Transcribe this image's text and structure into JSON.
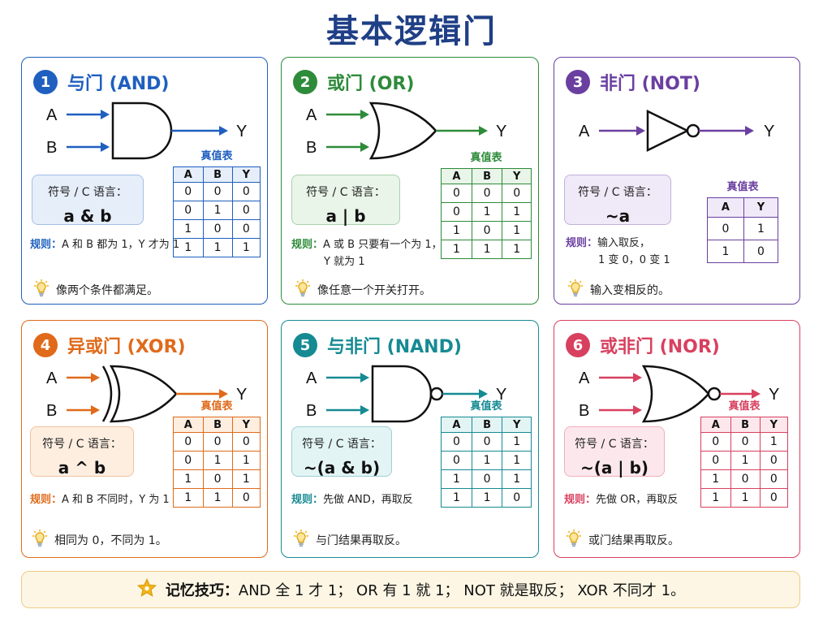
{
  "title": "基本逻辑门",
  "labels": {
    "symbol": "符号 / C 语言：",
    "truth_table": "真值表",
    "rule": "规则：",
    "a": "A",
    "b": "B",
    "y": "Y"
  },
  "gates": [
    {
      "num": "1",
      "name": "与门 (AND)",
      "color": "#1f5fbf",
      "bg": "#e6eefa",
      "expr": "a & b",
      "rule_lines": [
        "A 和 B 都为 1，Y 才为 1"
      ],
      "tip": "像两个条件都满足。",
      "headers": [
        "A",
        "B",
        "Y"
      ],
      "rows": [
        [
          "0",
          "0",
          "0"
        ],
        [
          "0",
          "1",
          "0"
        ],
        [
          "1",
          "0",
          "0"
        ],
        [
          "1",
          "1",
          "1"
        ]
      ]
    },
    {
      "num": "2",
      "name": "或门 (OR)",
      "color": "#2e8b3a",
      "bg": "#e8f5e8",
      "expr": "a | b",
      "rule_lines": [
        "A 或 B 只要有一个为 1，",
        "Y 就为 1"
      ],
      "tip": "像任意一个开关打开。",
      "headers": [
        "A",
        "B",
        "Y"
      ],
      "rows": [
        [
          "0",
          "0",
          "0"
        ],
        [
          "0",
          "1",
          "1"
        ],
        [
          "1",
          "0",
          "1"
        ],
        [
          "1",
          "1",
          "1"
        ]
      ]
    },
    {
      "num": "3",
      "name": "非门 (NOT)",
      "color": "#6a3fa0",
      "bg": "#f0e9f8",
      "expr": "~a",
      "rule_lines": [
        "输入取反，",
        "1 变 0，0 变 1"
      ],
      "tip": "输入变相反的。",
      "headers": [
        "A",
        "Y"
      ],
      "rows": [
        [
          "0",
          "1"
        ],
        [
          "1",
          "0"
        ]
      ]
    },
    {
      "num": "4",
      "name": "异或门 (XOR)",
      "color": "#e06a1a",
      "bg": "#fdeee0",
      "expr": "a ^ b",
      "rule_lines": [
        "A 和 B 不同时，Y 为 1"
      ],
      "tip": "相同为 0，不同为 1。",
      "headers": [
        "A",
        "B",
        "Y"
      ],
      "rows": [
        [
          "0",
          "0",
          "0"
        ],
        [
          "0",
          "1",
          "1"
        ],
        [
          "1",
          "0",
          "1"
        ],
        [
          "1",
          "1",
          "0"
        ]
      ]
    },
    {
      "num": "5",
      "name": "与非门 (NAND)",
      "color": "#168a93",
      "bg": "#e3f4f5",
      "expr": "~(a & b)",
      "rule_lines": [
        "先做 AND，再取反"
      ],
      "tip": "与门结果再取反。",
      "headers": [
        "A",
        "B",
        "Y"
      ],
      "rows": [
        [
          "0",
          "0",
          "1"
        ],
        [
          "0",
          "1",
          "1"
        ],
        [
          "1",
          "0",
          "1"
        ],
        [
          "1",
          "1",
          "0"
        ]
      ]
    },
    {
      "num": "6",
      "name": "或非门 (NOR)",
      "color": "#d8405f",
      "bg": "#fce8ec",
      "expr": "~(a | b)",
      "rule_lines": [
        "先做 OR，再取反"
      ],
      "tip": "或门结果再取反。",
      "headers": [
        "A",
        "B",
        "Y"
      ],
      "rows": [
        [
          "0",
          "0",
          "1"
        ],
        [
          "0",
          "1",
          "0"
        ],
        [
          "1",
          "0",
          "0"
        ],
        [
          "1",
          "1",
          "0"
        ]
      ]
    }
  ],
  "bottom": {
    "key": "记忆技巧：",
    "text": "AND 全 1 才 1；  OR 有 1 就 1；  NOT 就是取反；  XOR 不同才 1。"
  },
  "icons": {
    "tip": "lightbulb-icon",
    "bottom": "star-icon"
  },
  "colors": {
    "title": "#1f3f86",
    "bottom_bg": "#fdf6e4",
    "bottom_border": "#f0c987",
    "star": "#f2b51b"
  }
}
